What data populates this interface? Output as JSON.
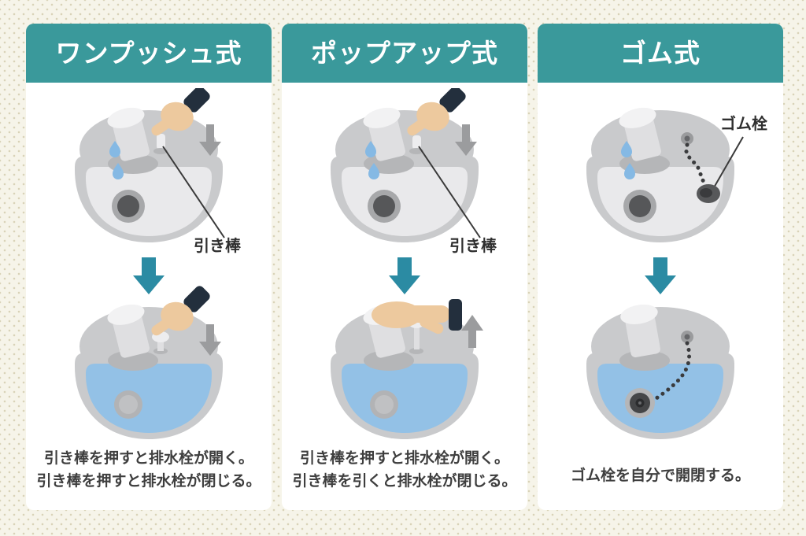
{
  "columns": [
    {
      "id": "one-push",
      "title": "ワンプッシュ式",
      "pointer_label": "引き棒",
      "caption_line1": "引き棒を押すと排水栓が開く。",
      "caption_line2": "引き棒を押すと排水栓が閉じる。"
    },
    {
      "id": "pop-up",
      "title": "ポップアップ式",
      "pointer_label": "引き棒",
      "caption_line1": "引き棒を押すと排水栓が開く。",
      "caption_line2": "引き棒を引くと排水栓が閉じる。"
    },
    {
      "id": "rubber",
      "title": "ゴム式",
      "pointer_label": "ゴム栓",
      "caption_line1": "ゴム栓を自分で開閉する。",
      "caption_line2": ""
    }
  ],
  "colors": {
    "header_teal": "#3a999b",
    "big_arrow_teal": "#2b8ba3",
    "water_blue": "#93c1e6",
    "drop_blue": "#85b9e4",
    "background_cream": "#f6f4e9",
    "dot_pattern": "#d9d3b8",
    "card_white": "#ffffff",
    "basin_gray": "#c9cacc",
    "basin_inner_gray": "#e9e9eb",
    "drain_dark": "#565759",
    "hand_tan": "#edc99e",
    "sleeve_navy": "#232f3d",
    "small_arrow_gray": "#9b9c9e",
    "text_dark": "#3e3e3e"
  }
}
